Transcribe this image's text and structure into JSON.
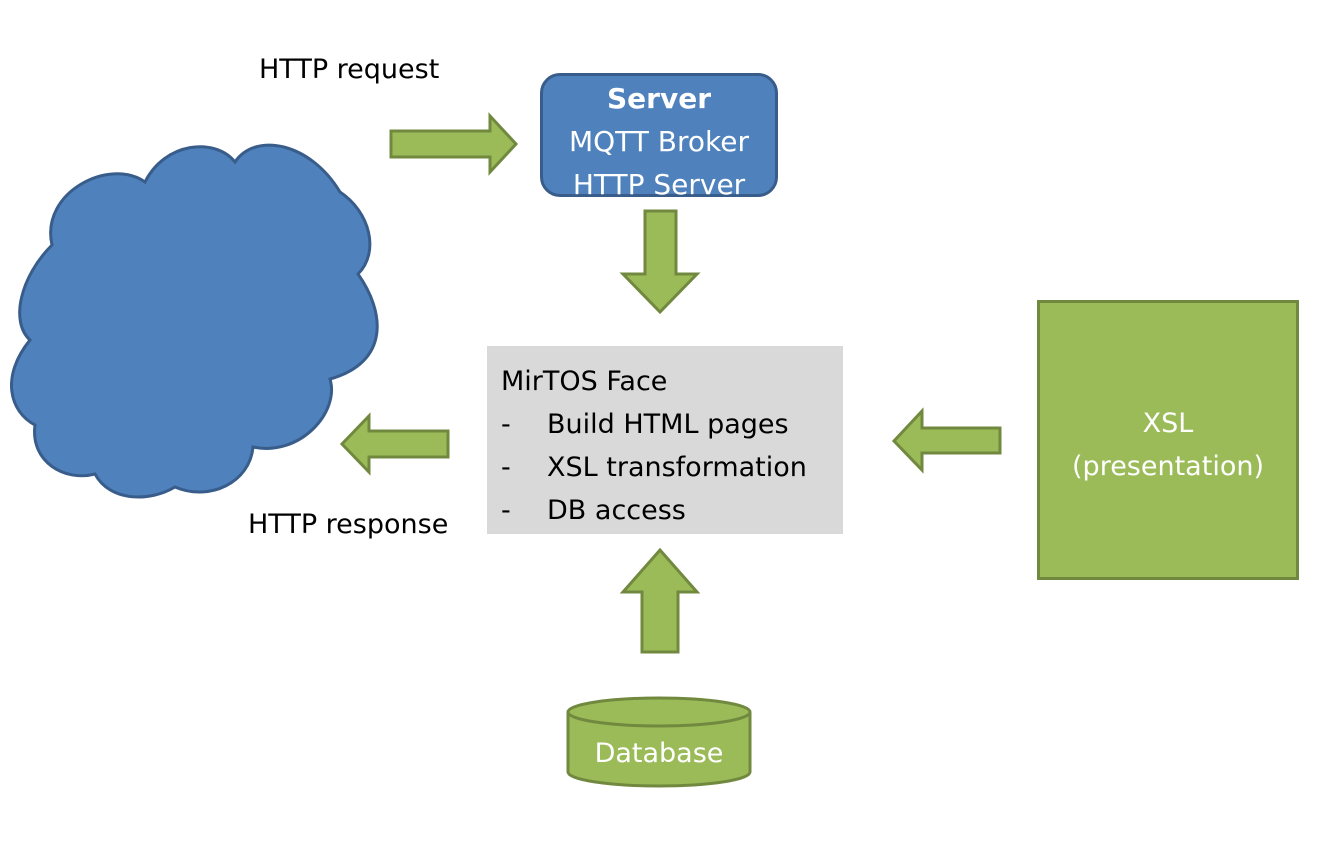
{
  "diagram": {
    "cloud": {
      "label": "",
      "shape": "cloud-icon"
    },
    "labels": {
      "http_request": "HTTP request",
      "http_response": "HTTP response"
    },
    "server": {
      "title": "Server",
      "lines": [
        "MQTT Broker",
        "HTTP Server"
      ]
    },
    "face": {
      "title": "MirTOS Face",
      "items": [
        {
          "bullet": "-",
          "text": "Build HTML pages"
        },
        {
          "bullet": "-",
          "text": "XSL transformation"
        },
        {
          "bullet": "-",
          "text": "DB access"
        }
      ]
    },
    "xsl": {
      "lines": [
        "XSL",
        "(presentation)"
      ]
    },
    "database": {
      "label": "Database"
    },
    "arrows": [
      {
        "from": "cloud",
        "to": "server",
        "direction": "right"
      },
      {
        "from": "server",
        "to": "face",
        "direction": "down"
      },
      {
        "from": "face",
        "to": "cloud",
        "direction": "left"
      },
      {
        "from": "xsl",
        "to": "face",
        "direction": "left"
      },
      {
        "from": "database",
        "to": "face",
        "direction": "up"
      }
    ],
    "colors": {
      "blue_fill": "#4f81bd",
      "blue_stroke": "#385d8a",
      "green_fill": "#9bbb59",
      "green_stroke": "#71893f",
      "gray_fill": "#d9d9d9"
    }
  }
}
